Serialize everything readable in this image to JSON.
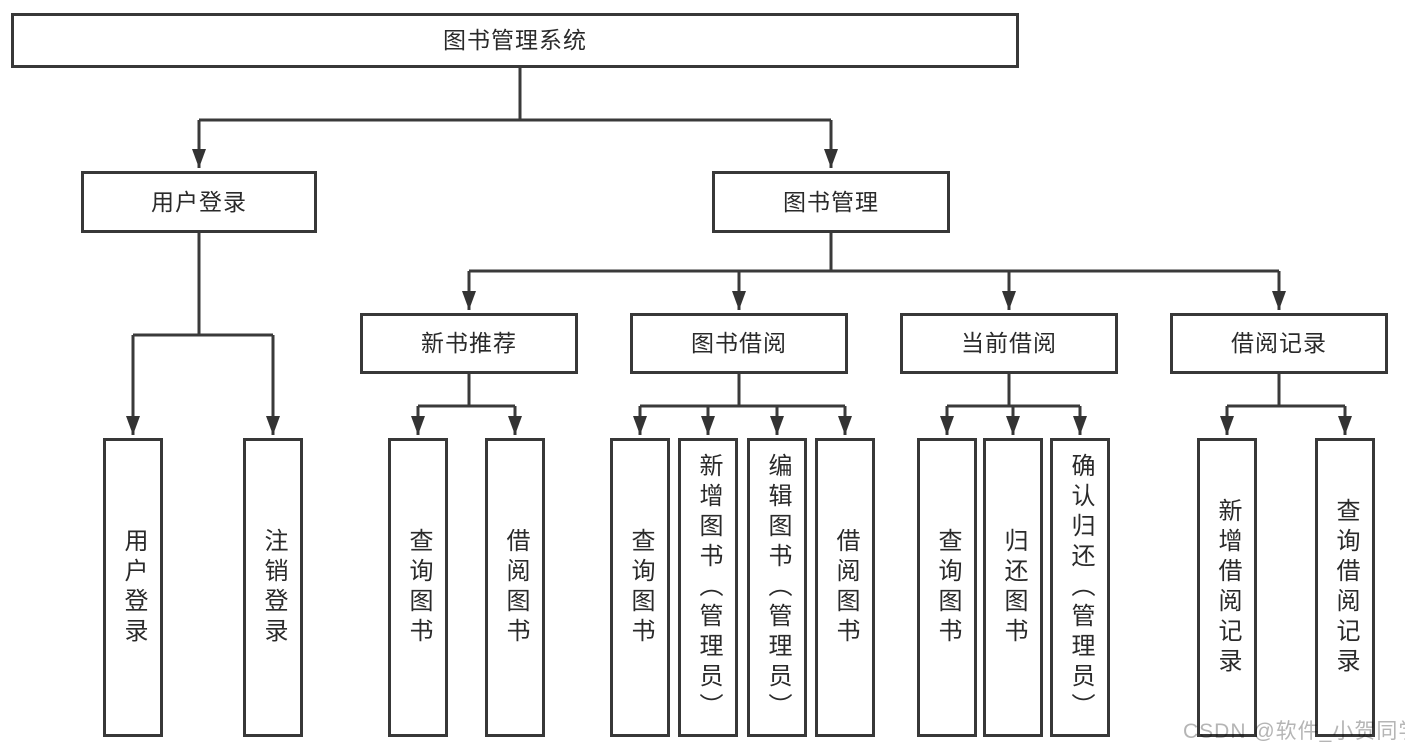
{
  "diagram": {
    "root": {
      "label": "图书管理系统"
    },
    "children": [
      {
        "label": "用户登录",
        "children": [
          {
            "label": "用户登录"
          },
          {
            "label": "注销登录"
          }
        ]
      },
      {
        "label": "图书管理",
        "children": [
          {
            "label": "新书推荐",
            "children": [
              {
                "label": "查询图书"
              },
              {
                "label": "借阅图书"
              }
            ]
          },
          {
            "label": "图书借阅",
            "children": [
              {
                "label": "查询图书"
              },
              {
                "label": "新增图书（管理员）"
              },
              {
                "label": "编辑图书（管理员）"
              },
              {
                "label": "借阅图书"
              }
            ]
          },
          {
            "label": "当前借阅",
            "children": [
              {
                "label": "查询图书"
              },
              {
                "label": "归还图书"
              },
              {
                "label": "确认归还（管理员）"
              }
            ]
          },
          {
            "label": "借阅记录",
            "children": [
              {
                "label": "新增借阅记录"
              },
              {
                "label": "查询借阅记录"
              }
            ]
          }
        ]
      }
    ]
  },
  "watermark": {
    "text": "CSDN @软件_小贺同学"
  },
  "colors": {
    "line": "#3a3a3a",
    "box_border": "#383838",
    "text": "#2a2a2a",
    "watermark": "#b5b5b5",
    "background": "#ffffff"
  }
}
